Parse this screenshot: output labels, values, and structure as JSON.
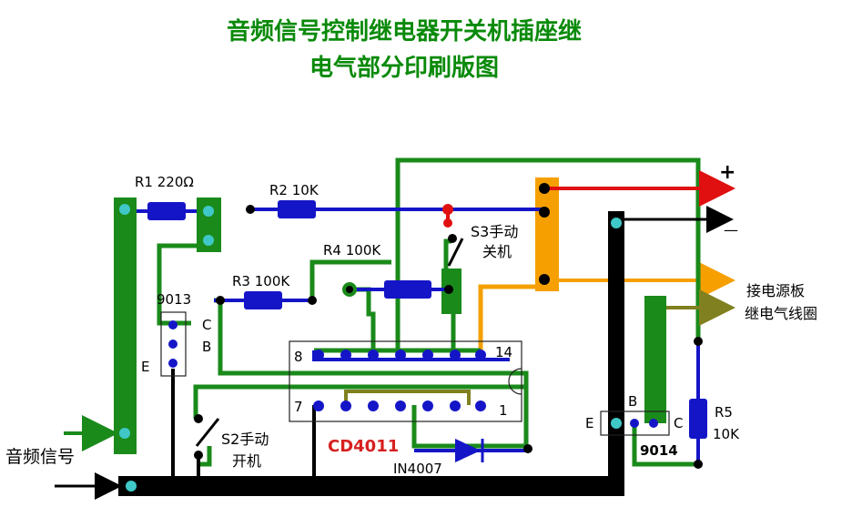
{
  "title_line1": "音频信号控制继电器开关机插座继",
  "title_line2": "电气部分印刷版图",
  "labels": {
    "r1": "R1 220Ω",
    "r2": "R2 10K",
    "r3": "R3 100K",
    "r4": "R4 100K",
    "r5": "R5",
    "r5_value": "10K",
    "q1": "9013",
    "q2": "9014",
    "pin_c": "C",
    "pin_b": "B",
    "pin_e": "E",
    "chip": "CD4011",
    "pin8": "8",
    "pin14": "14",
    "pin7": "7",
    "pin1": "1",
    "diode": "IN4007",
    "s3_line1": "S3手动",
    "s3_line2": "关机",
    "s2_line1": "S2手动",
    "s2_line2": "开机",
    "plus": "+",
    "minus": "—",
    "power_line1": "接电源板",
    "power_line2": "继电气线圈",
    "input": "音频信号"
  },
  "colors": {
    "green": "#1a8a1a",
    "black": "#000000",
    "blue": "#1515c8",
    "red": "#e01010",
    "orange": "#f5a000",
    "olive": "#808020",
    "pad": "#40c8c8"
  }
}
